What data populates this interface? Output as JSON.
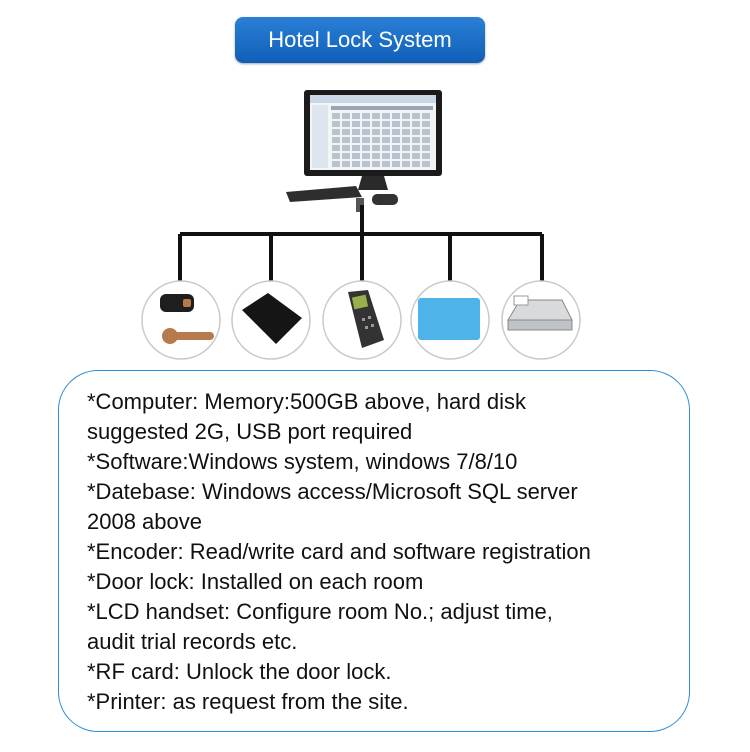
{
  "title": "Hotel Lock System",
  "devices": [
    {
      "name": "door-lock",
      "icon": "door-lock-icon"
    },
    {
      "name": "encoder",
      "icon": "encoder-icon"
    },
    {
      "name": "lcd-handset",
      "icon": "handset-icon"
    },
    {
      "name": "rf-card",
      "icon": "rf-card-icon"
    },
    {
      "name": "printer",
      "icon": "printer-icon"
    }
  ],
  "info": {
    "lines": [
      "*Computer: Memory:500GB above, hard disk",
      "suggested 2G, USB port required",
      "*Software:Windows system, windows 7/8/10",
      "*Datebase: Windows access/Microsoft SQL server",
      "2008 above",
      "*Encoder: Read/write card and software registration",
      "*Door lock: Installed on each room",
      "*LCD handset: Configure room No.; adjust time,",
      "audit trial records etc.",
      "*RF card: Unlock the door lock.",
      "*Printer: as request from the site."
    ]
  },
  "colors": {
    "accent": "#1a6fcc",
    "border": "#2e8fd9",
    "connector": "#111111"
  }
}
